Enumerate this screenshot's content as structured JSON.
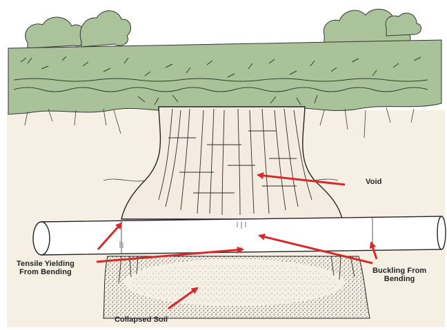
{
  "labels": {
    "void": "Void",
    "tensile_line1": "Tensile Yielding",
    "tensile_line2": "From Bending",
    "buckling_line1": "Buckling From",
    "buckling_line2": "Bending",
    "collapsed_soil": "Collapsed Soil"
  },
  "colors": {
    "sky": "#ffffff",
    "grass": "#a9c29a",
    "soil_surface": "#f5ede2",
    "arrow": "#d42a2a",
    "ink": "#2a2a2a",
    "pipe_fill": "#ffffff"
  },
  "icons": {
    "arrow": "red-arrow-icon",
    "trees": "tree-line-icon"
  }
}
